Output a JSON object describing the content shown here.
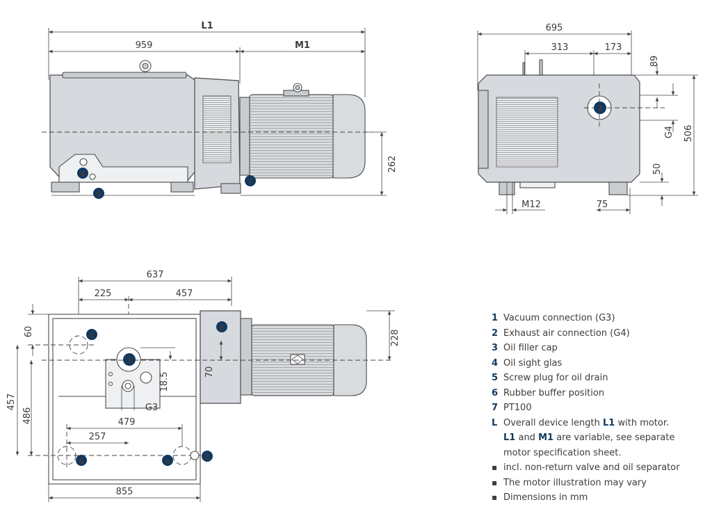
{
  "dimensions": {
    "side": {
      "L1": "L1",
      "d959": "959",
      "M1": "M1",
      "d262": "262"
    },
    "front": {
      "d695": "695",
      "d313": "313",
      "d173": "173",
      "d89": "89",
      "G4": "G4",
      "d506": "506",
      "d50": "50",
      "M12": "M12",
      "d75": "75"
    },
    "top": {
      "d637": "637",
      "d225": "225",
      "d457a": "457",
      "d60": "60",
      "d228": "228",
      "d70": "70",
      "d18_5": "18.5",
      "G3": "G3",
      "d457b": "457",
      "d486": "486",
      "d479": "479",
      "d257": "257",
      "d855": "855"
    }
  },
  "markers": {
    "m1": "1",
    "m2": "2",
    "m3": "3",
    "m4": "4",
    "m5": "5",
    "m6": "6",
    "m7": "7"
  },
  "legend": {
    "items": [
      {
        "num": "1",
        "text": "Vacuum connection (G3)"
      },
      {
        "num": "2",
        "text": "Exhaust air connection (G4)"
      },
      {
        "num": "3",
        "text": "Oil filler cap"
      },
      {
        "num": "4",
        "text": "Oil sight glas"
      },
      {
        "num": "5",
        "text": "Screw plug for oil drain"
      },
      {
        "num": "6",
        "text": "Rubber buffer position"
      },
      {
        "num": "7",
        "text": "PT100"
      }
    ],
    "L": {
      "key": "L",
      "line1_pre": "Overall device length ",
      "line1_l1": "L1",
      "line1_post": " with motor.",
      "line2_l1": "L1",
      "line2_and": " and ",
      "line2_m1": "M1",
      "line2_post": " are variable, see separate",
      "line3": "motor specification sheet."
    },
    "notes": [
      "incl. non-return valve and oil separator",
      "The motor illustration may vary",
      "Dimensions in mm"
    ]
  },
  "colors": {
    "marker": "#12385f",
    "body": "#d6d9dd",
    "line": "#444444"
  }
}
